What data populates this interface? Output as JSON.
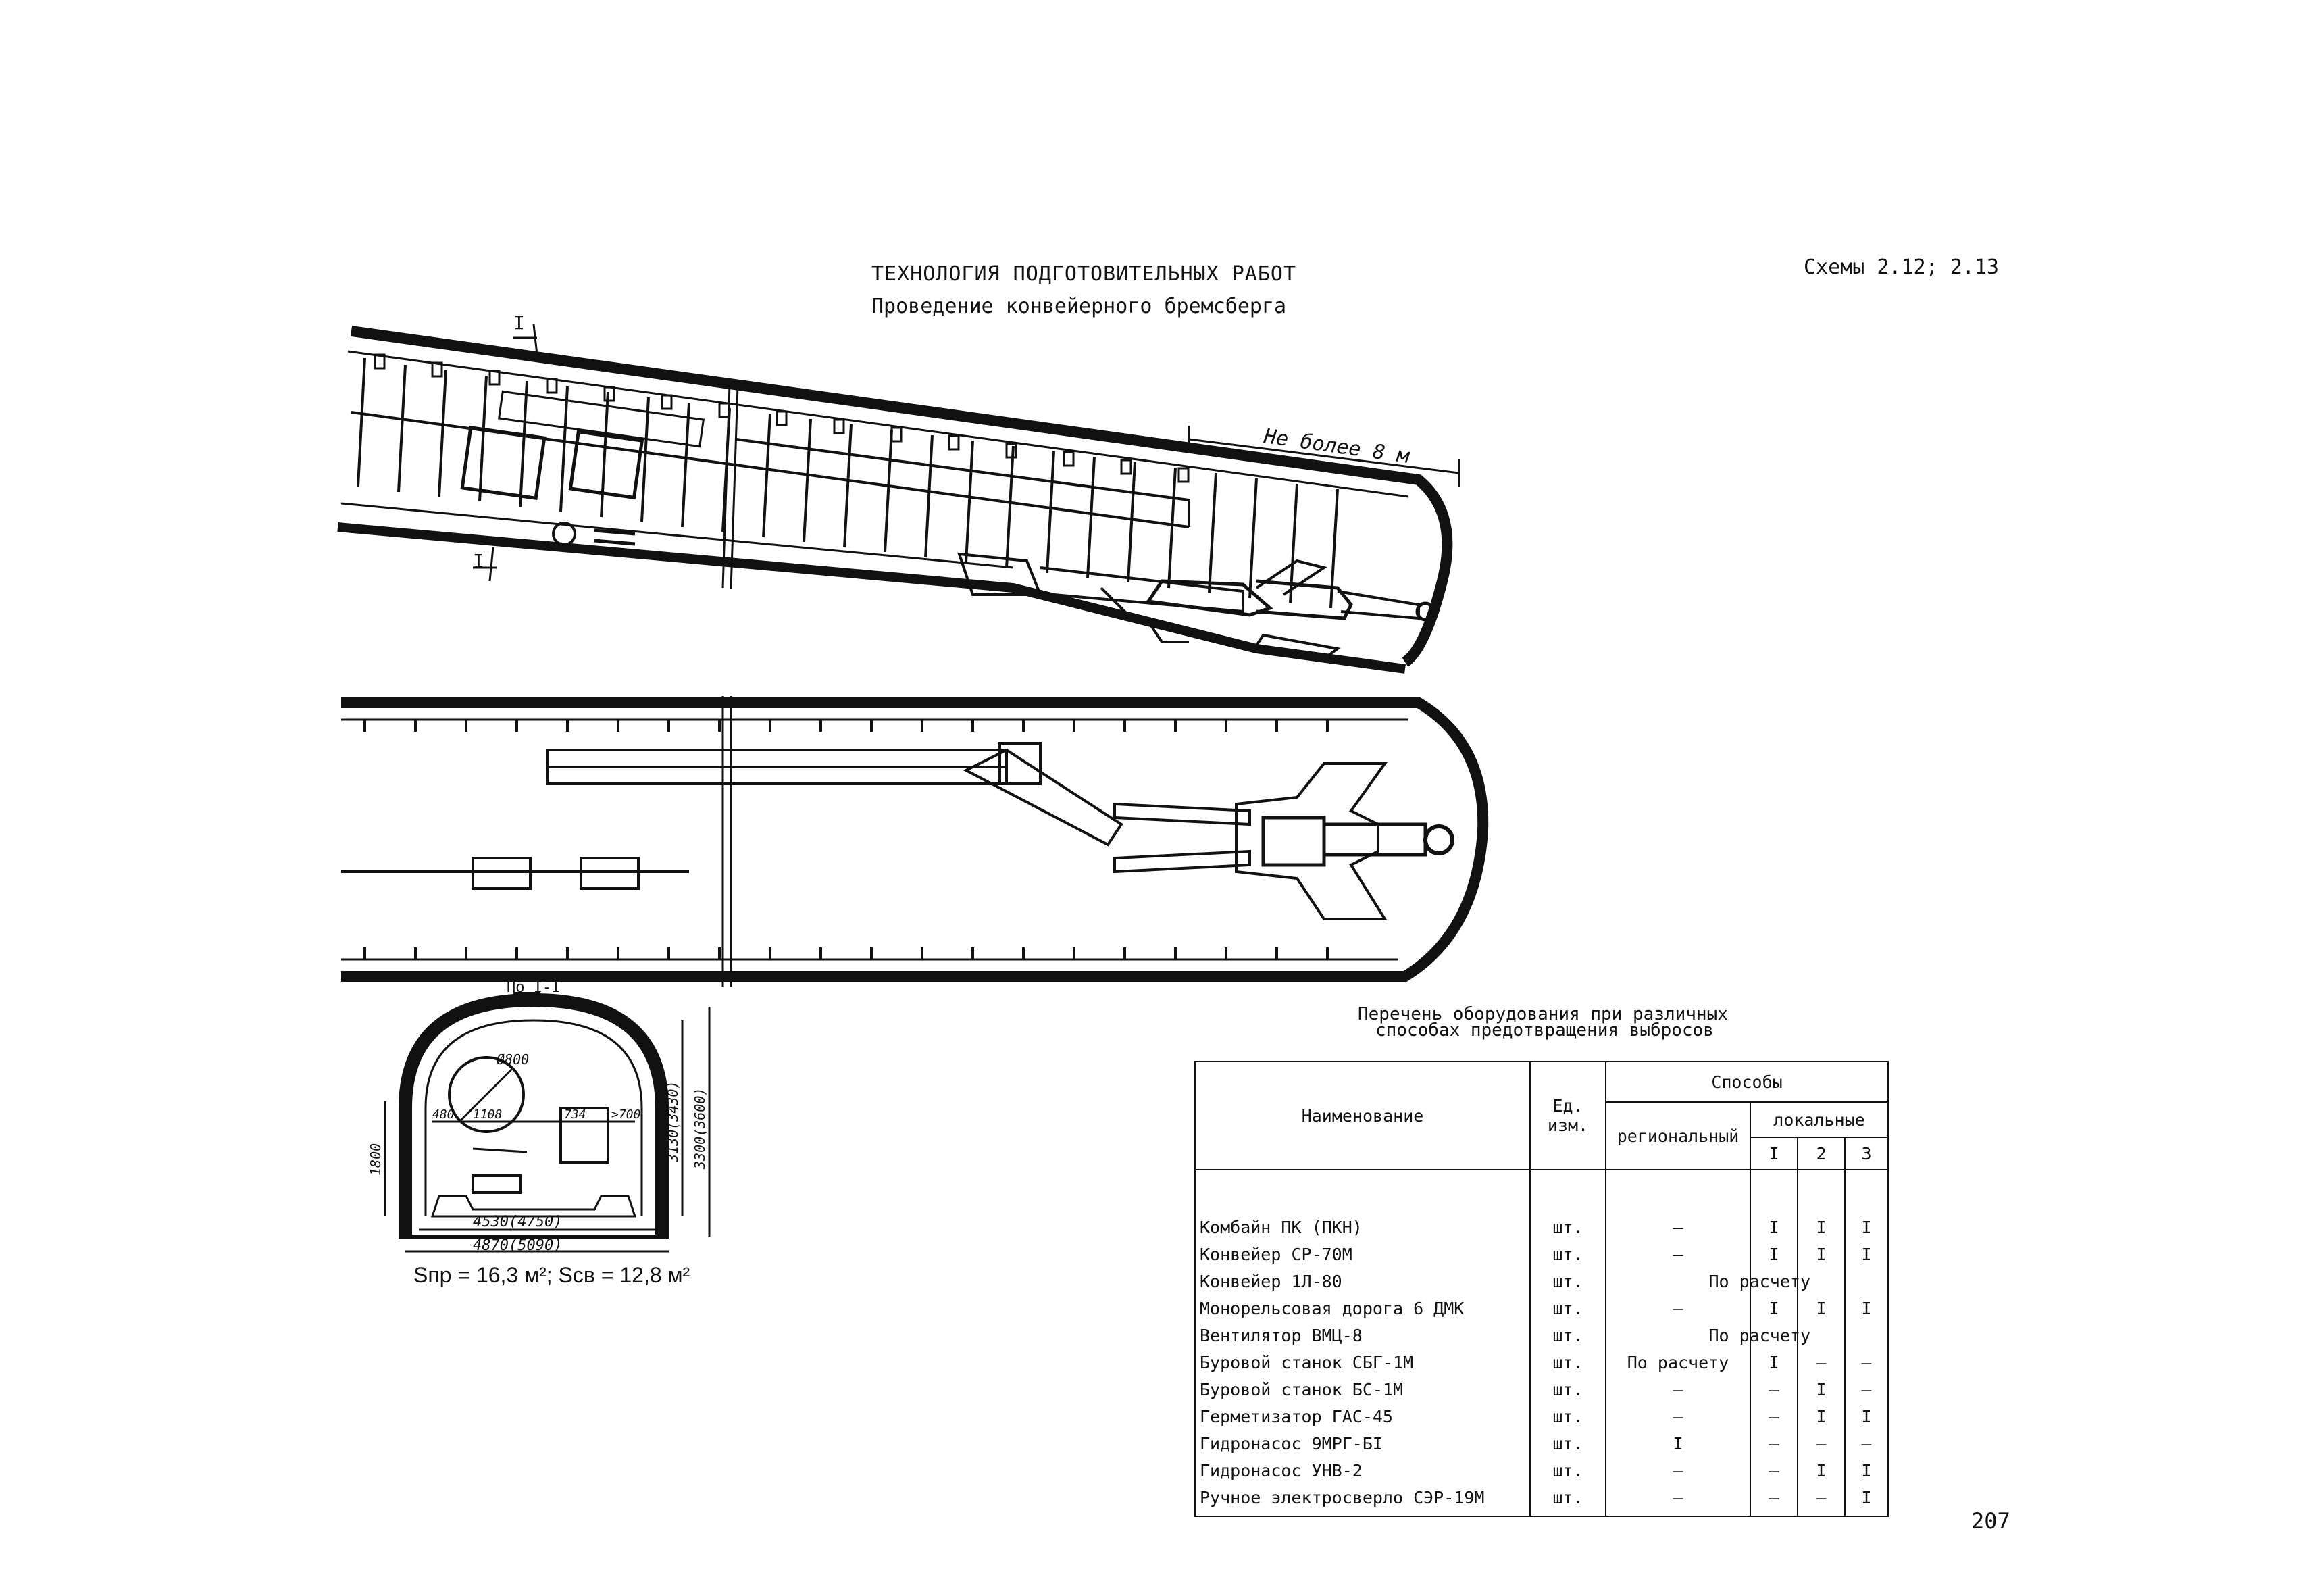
{
  "header": {
    "title": "ТЕХНОЛОГИЯ ПОДГОТОВИТЕЛЬНЫХ РАБОТ",
    "subtitle": "Проведение конвейерного бремсберга",
    "scheme_ref": "Схемы 2.12; 2.13"
  },
  "drawing": {
    "section_mark": "I",
    "distance_label": "Не более 8 м",
    "cross_section": {
      "label": "По I-I",
      "diameter": "Ø800",
      "dims": [
        "480",
        "1108",
        "734",
        ">700",
        "1800",
        "3130(3430)",
        "3300(3600)",
        "4530(4750)",
        "4870(5090)"
      ],
      "area_text": "Sпр = 16,3 м²;  Sсв = 12,8 м²"
    }
  },
  "equipment": {
    "caption_line1": "Перечень оборудования при различных",
    "caption_line2": "способах предотвращения выбросов",
    "headers": {
      "name": "Наименование",
      "unit": "Ед. изм.",
      "methods": "Способы",
      "regional": "региональный",
      "local": "локальные",
      "l1": "I",
      "l2": "2",
      "l3": "3"
    },
    "rows": [
      {
        "name": "Комбайн ПК (ПКН)",
        "unit": "шт.",
        "regional": "–",
        "l1": "I",
        "l2": "I",
        "l3": "I"
      },
      {
        "name": "Конвейер СР-70М",
        "unit": "шт.",
        "regional": "–",
        "l1": "I",
        "l2": "I",
        "l3": "I"
      },
      {
        "name": "Конвейер 1Л-80",
        "unit": "шт.",
        "span": "По расчету"
      },
      {
        "name": "Монорельсовая дорога 6 ДМК",
        "unit": "шт.",
        "regional": "–",
        "l1": "I",
        "l2": "I",
        "l3": "I"
      },
      {
        "name": "Вентилятор ВМЦ-8",
        "unit": "шт.",
        "span": "По расчету"
      },
      {
        "name": "Буровой станок СБГ-1М",
        "unit": "шт.",
        "regional": "По расчету",
        "l1": "I",
        "l2": "–",
        "l3": "–"
      },
      {
        "name": "Буровой станок БС-1М",
        "unit": "шт.",
        "regional": "–",
        "l1": "–",
        "l2": "I",
        "l3": "–"
      },
      {
        "name": "Герметизатор ГАС-45",
        "unit": "шт.",
        "regional": "–",
        "l1": "–",
        "l2": "I",
        "l3": "I"
      },
      {
        "name": "Гидронасос 9МРГ-БI",
        "unit": "шт.",
        "regional": "I",
        "l1": "–",
        "l2": "–",
        "l3": "–"
      },
      {
        "name": "Гидронасос УНВ-2",
        "unit": "шт.",
        "regional": "–",
        "l1": "–",
        "l2": "I",
        "l3": "I"
      },
      {
        "name": "Ручное электросверло СЭР-19М",
        "unit": "шт.",
        "regional": "–",
        "l1": "–",
        "l2": "–",
        "l3": "I"
      }
    ]
  },
  "page_number": "207"
}
